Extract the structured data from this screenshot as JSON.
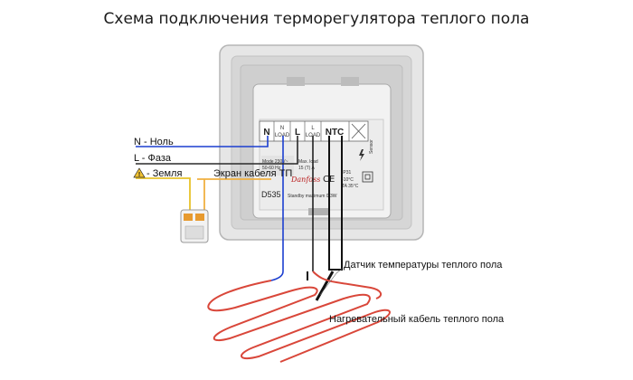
{
  "title": "Схема подключения терморегулятора теплого пола",
  "wires": {
    "neutral_label": "N - Ноль",
    "phase_label": "L - Фаза",
    "ground_label": "- Земля",
    "shield_label": "Экран кабеля ТП"
  },
  "terminals": {
    "n": "N",
    "n_load_top": "N",
    "n_load_bottom": "LOAD",
    "l": "L",
    "l_load_top": "L",
    "l_load_bottom": "LOAD",
    "ntc": "NTC"
  },
  "device": {
    "brand": "Danfoss",
    "model": "D535",
    "standby": "Standby maximum 0.3W",
    "ip": "IP31",
    "sensor": "Sensor"
  },
  "callouts": {
    "sensor_label": "Датчик температуры теплого пола",
    "heating_cable_label": "Нагревательный кабель теплого пола"
  },
  "colors": {
    "neutral": "#1c3fd0",
    "phase": "#2a2a2a",
    "ground": "#e8c22a",
    "shield": "#f0b040",
    "heating_cable": "#d9473a",
    "sensor_cable": "#111111"
  }
}
